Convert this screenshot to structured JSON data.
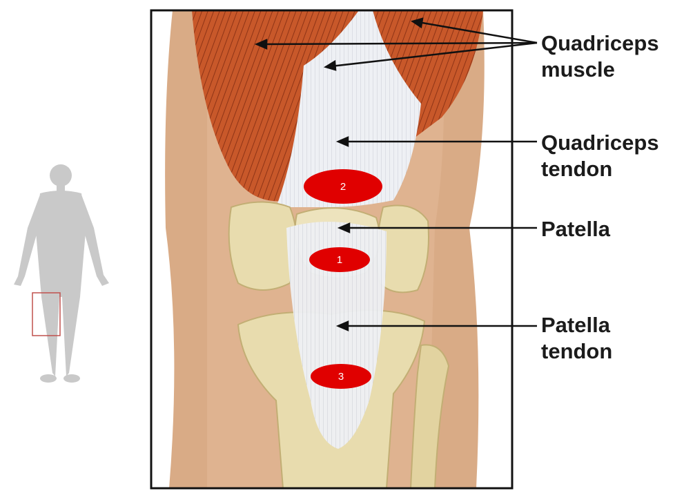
{
  "labels": {
    "quadriceps_muscle": "Quadriceps\nmuscle",
    "quadriceps_tendon": "Quadriceps\ntendon",
    "patella": "Patella",
    "patella_tendon": "Patella\ntendon"
  },
  "markers": {
    "one": "1",
    "two": "2",
    "three": "3"
  },
  "colors": {
    "marker_fill": "#e00000",
    "muscle": "#c8582a",
    "tendon": "#eef0f4",
    "bone": "#e8dcae",
    "skin": "#d9ab86",
    "silhouette": "#c9c9c9",
    "highlight_box": "#c0504d"
  }
}
